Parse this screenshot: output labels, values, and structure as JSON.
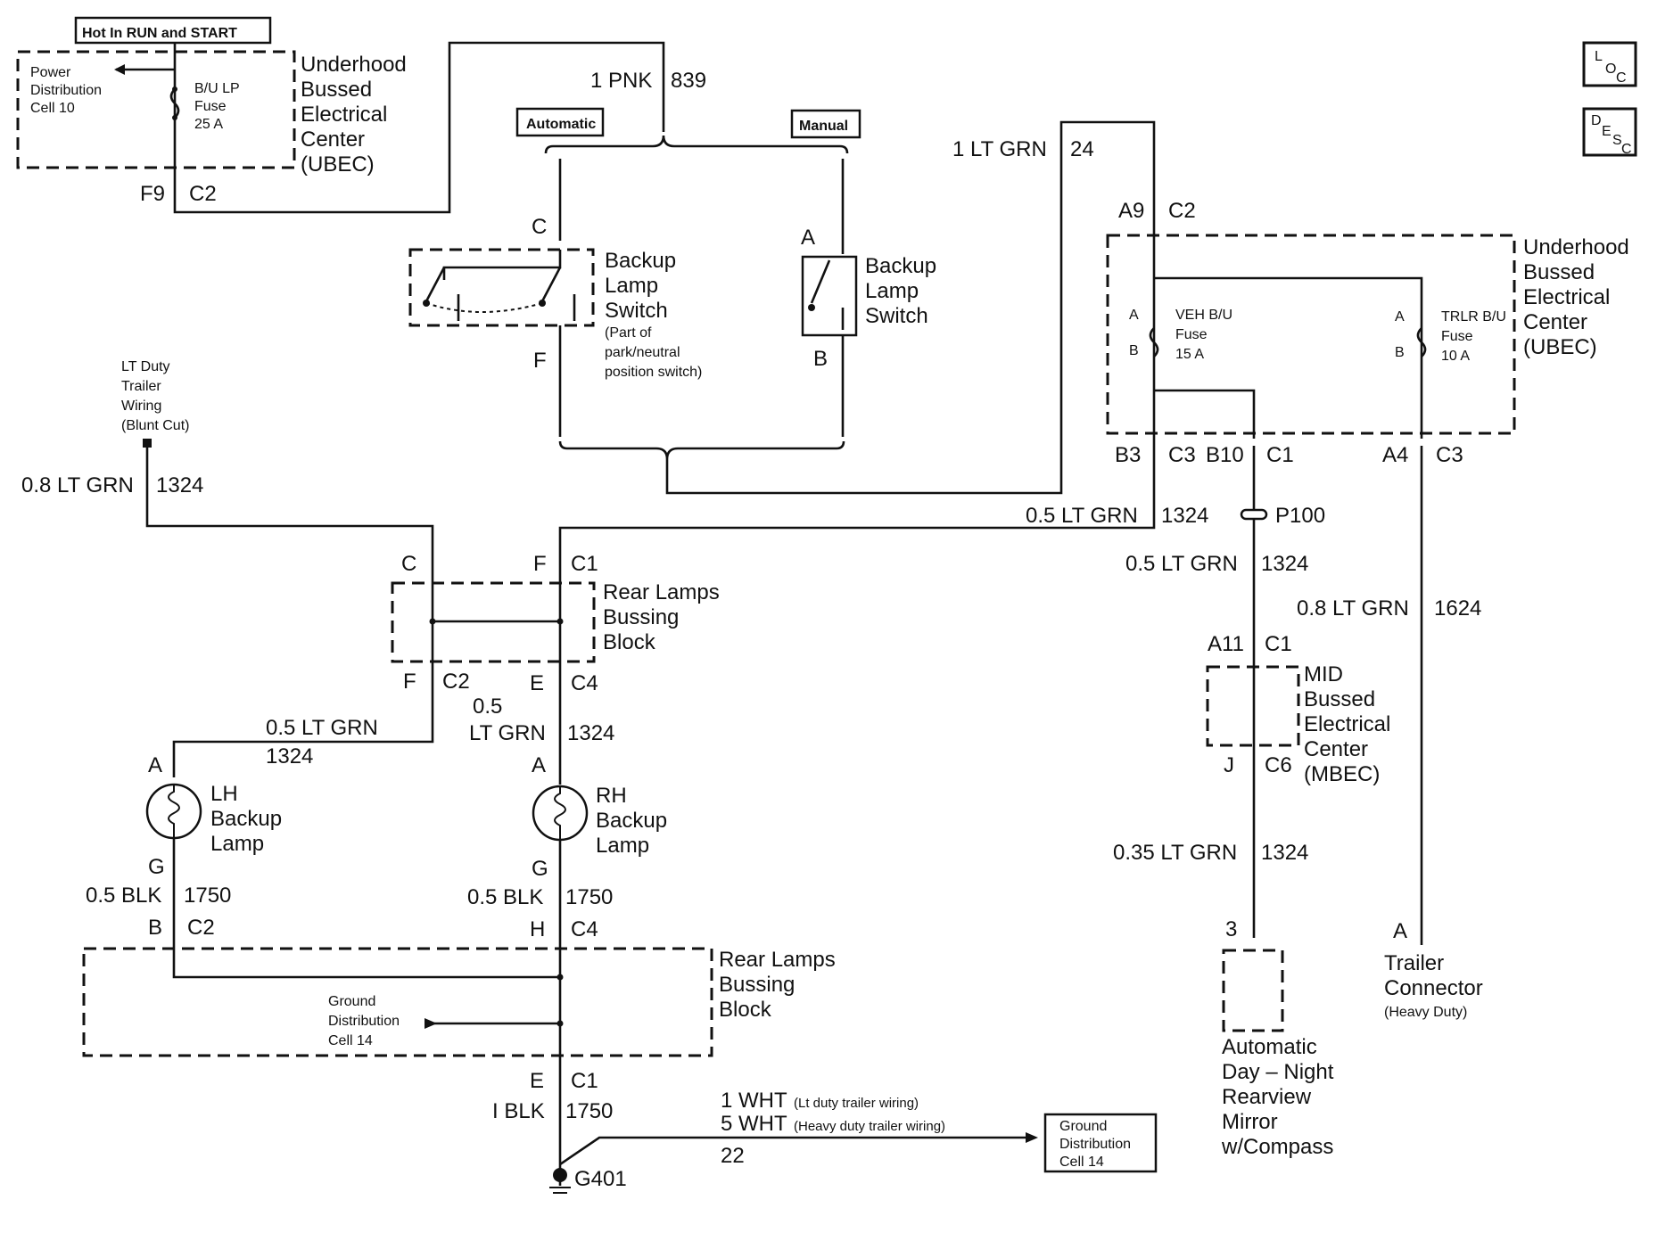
{
  "hot_in": "Hot In RUN and START",
  "ubec_top": {
    "power_label": [
      "Power",
      "Distribution",
      "Cell 10"
    ],
    "fuse_label": [
      "B/U LP",
      "Fuse",
      "25 A"
    ],
    "title": [
      "Underhood",
      "Bussed",
      "Electrical",
      "Center",
      "(UBEC)"
    ],
    "pin": "F9",
    "connector": "C2"
  },
  "wire_pnk": {
    "gauge": "1 PNK",
    "circuit": "839"
  },
  "automatic_label": "Automatic",
  "manual_label": "Manual",
  "backup_switch_auto": {
    "title": [
      "Backup",
      "Lamp",
      "Switch"
    ],
    "note": [
      "(Part of",
      "park/neutral",
      "position switch)"
    ],
    "pin_top": "C",
    "pin_bottom": "F"
  },
  "backup_switch_manual": {
    "title": [
      "Backup",
      "Lamp",
      "Switch"
    ],
    "pin_top": "A",
    "pin_bottom": "B"
  },
  "wire_ltgrn_24": {
    "gauge": "1 LT GRN",
    "circuit": "24"
  },
  "ubec_right": {
    "title": [
      "Underhood",
      "Bussed",
      "Electrical",
      "Center",
      "(UBEC)"
    ],
    "top_pin": "A9",
    "top_connector": "C2",
    "veh_fuse": [
      "VEH B/U",
      "Fuse",
      "15 A"
    ],
    "trlr_fuse": [
      "TRLR B/U",
      "Fuse",
      "10 A"
    ],
    "fuse_pin_a": "A",
    "fuse_pin_b": "B",
    "out1_pin": "B3",
    "out1_conn": "C3",
    "out2_pin": "B10",
    "out2_conn": "C1",
    "out3_pin": "A4",
    "out3_conn": "C3"
  },
  "lt_duty": [
    "LT Duty",
    "Trailer",
    "Wiring",
    "(Blunt Cut)"
  ],
  "wire_08_1324": {
    "gauge": "0.8 LT GRN",
    "circuit": "1324"
  },
  "wire_05_1324_top": {
    "gauge": "0.5 LT GRN",
    "circuit": "1324"
  },
  "p100": "P100",
  "wire_05_1324_right": {
    "gauge": "0.5 LT GRN",
    "circuit": "1324"
  },
  "wire_08_1624": {
    "gauge": "0.8 LT GRN",
    "circuit": "1624"
  },
  "mbec": {
    "title": [
      "MID",
      "Bussed",
      "Electrical",
      "Center",
      "(MBEC)"
    ],
    "top_pin": "A11",
    "top_conn": "C1",
    "bottom_pin": "J",
    "bottom_conn": "C6"
  },
  "wire_035_1324": {
    "gauge": "0.35 LT GRN",
    "circuit": "1324"
  },
  "mirror": {
    "pin": "3",
    "title": [
      "Automatic",
      "Day – Night",
      "Rearview",
      "Mirror",
      "w/Compass"
    ]
  },
  "trailer_connector": {
    "pin": "A",
    "title": [
      "Trailer",
      "Connector"
    ],
    "note": "(Heavy Duty)"
  },
  "rear_block_top": {
    "title": [
      "Rear Lamps",
      "Bussing",
      "Block"
    ],
    "pin_c": "C",
    "pin_f": "F",
    "conn_c1": "C1",
    "pin_f2": "F",
    "conn_c2": "C2",
    "pin_e": "E",
    "conn_c4": "C4"
  },
  "wire_lh_top": {
    "gauge": "0.5 LT GRN",
    "circuit": "1324"
  },
  "wire_rh_top": {
    "gauge1": "0.5",
    "gauge2": "LT GRN",
    "circuit": "1324"
  },
  "lh_lamp": {
    "pin_top": "A",
    "pin_bottom": "G",
    "title": [
      "LH",
      "Backup",
      "Lamp"
    ]
  },
  "rh_lamp": {
    "pin_top": "A",
    "pin_bottom": "G",
    "title": [
      "RH",
      "Backup",
      "Lamp"
    ]
  },
  "wire_lh_blk": {
    "gauge": "0.5 BLK",
    "circuit": "1750"
  },
  "wire_rh_blk": {
    "gauge": "0.5 BLK",
    "circuit": "1750"
  },
  "rear_block_bottom": {
    "title": [
      "Rear Lamps",
      "Bussing",
      "Block"
    ],
    "pin_b": "B",
    "conn_c2": "C2",
    "pin_h": "H",
    "conn_c4": "C4",
    "ground_label": [
      "Ground",
      "Distribution",
      "Cell 14"
    ],
    "pin_e": "E",
    "conn_c1": "C1"
  },
  "wire_1blk": {
    "gauge": "I BLK",
    "circuit": "1750"
  },
  "ground_wire": {
    "line1": "1 WHT",
    "line1_note": "(Lt duty trailer wiring)",
    "line2": "5 WHT",
    "line2_note": "(Heavy duty trailer wiring)",
    "circuit": "22"
  },
  "ground_box": [
    "Ground",
    "Distribution",
    "Cell 14"
  ],
  "g401": "G401",
  "loc": [
    "L",
    "O",
    "C"
  ],
  "desc": [
    "D",
    "E",
    "S",
    "C"
  ]
}
